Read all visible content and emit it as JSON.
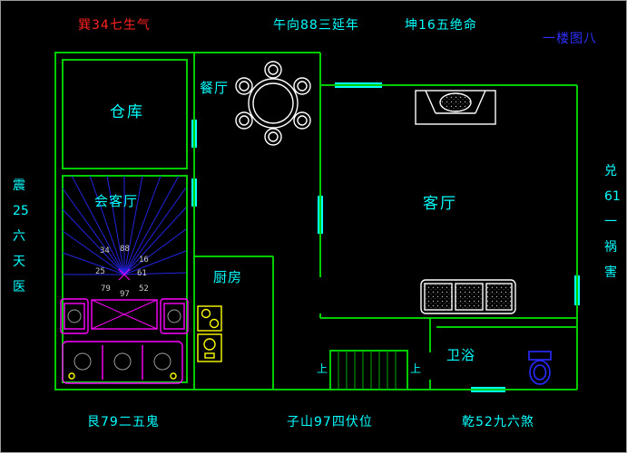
{
  "title": {
    "text": "一楼图八"
  },
  "annotations": {
    "top_left": "巽34七生气",
    "top_center": "午向88三延年",
    "top_right": "坤16五绝命",
    "bottom_left": "艮79二五鬼",
    "bottom_center": "子山97四伏位",
    "bottom_right": "乾52九六煞",
    "left_vertical": [
      "震",
      "25",
      "六",
      "天",
      "医"
    ],
    "right_vertical": [
      "兑",
      "61",
      "一",
      "祸",
      "害"
    ]
  },
  "rooms": {
    "warehouse": "仓库",
    "dining": "餐厅",
    "reception": "会客厅",
    "living": "客厅",
    "kitchen": "厨房",
    "bathroom": "卫浴"
  },
  "stairs": {
    "up_label_left": "上",
    "up_label_right": "上"
  },
  "compass": {
    "numbers": [
      "34",
      "88",
      "16",
      "25",
      "61",
      "79",
      "97",
      "52"
    ]
  },
  "colors": {
    "background": "#000000",
    "wall_green": "#00cc00",
    "label_cyan": "#00ffff",
    "annotation_red": "#ff2222",
    "title_blue": "#3030ff",
    "ray_blue": "#2323e0",
    "furniture_magenta": "#ff00ff",
    "furniture_white": "#ffffff",
    "appliance_yellow": "#ffff00"
  }
}
